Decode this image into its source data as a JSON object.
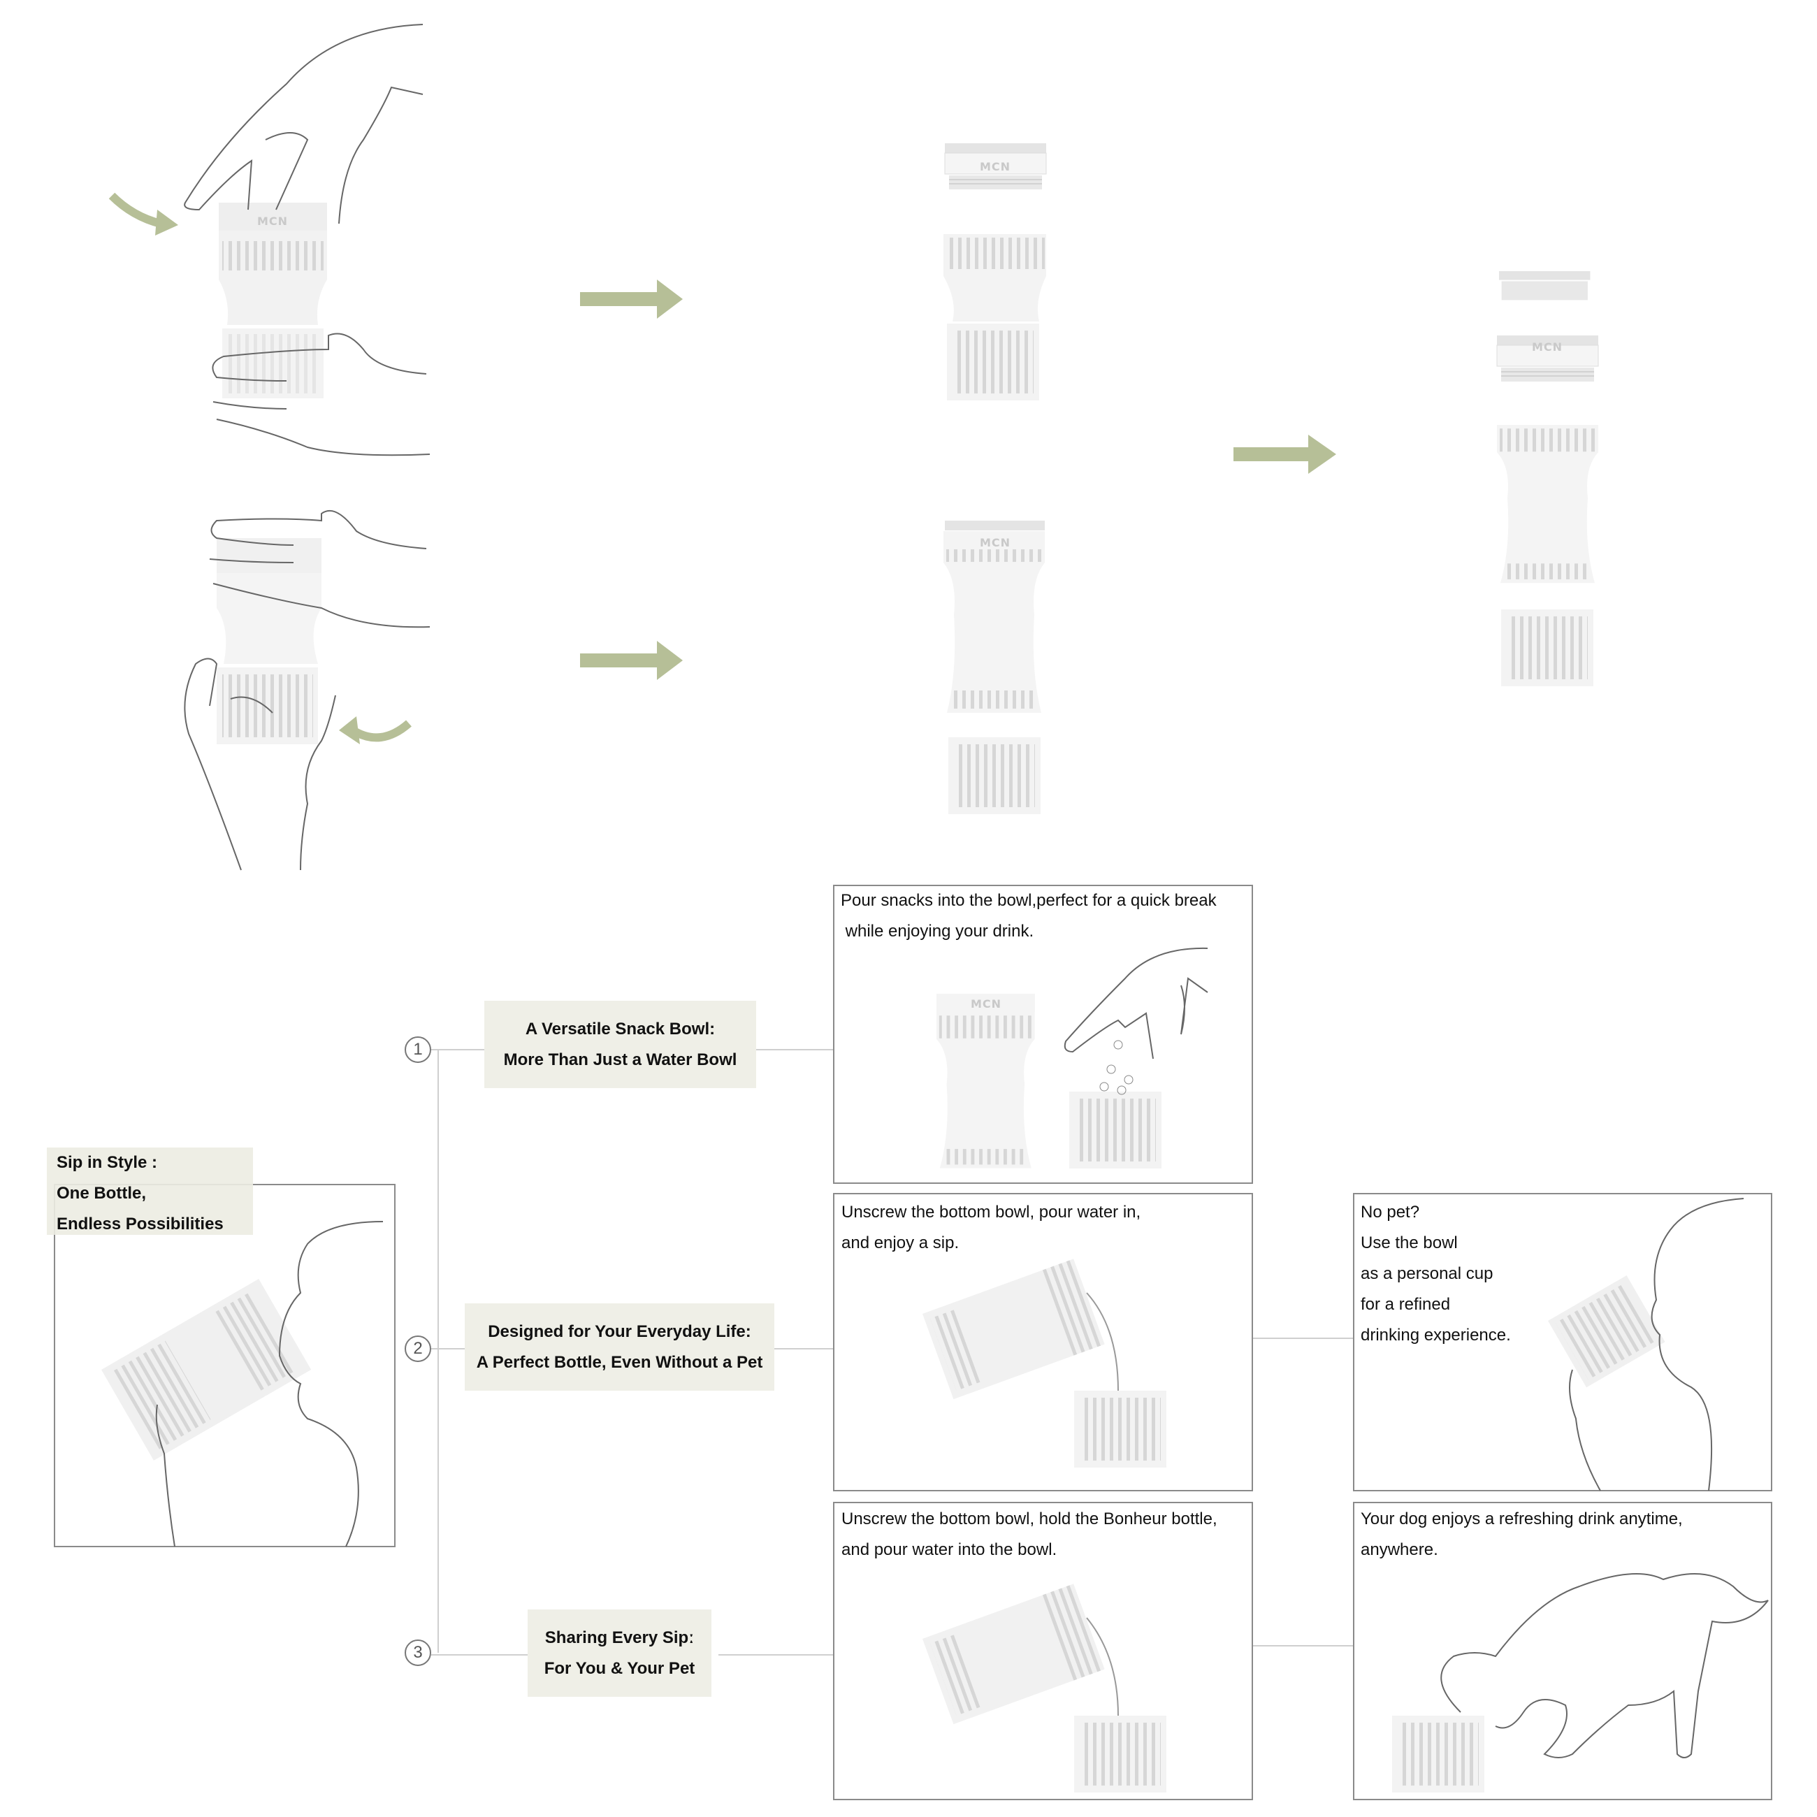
{
  "colors": {
    "arrow": "#b6bf97",
    "label_bg": "#efefe7",
    "bottle": "#f2f2f2",
    "stripe": "#d6d6d6",
    "frame": "#8a8a8a"
  },
  "brand_mark": "MCN",
  "side_label": {
    "line1": "Sip in Style :",
    "line2": "One Bottle,",
    "line3": "Endless Possibilities"
  },
  "steps": [
    {
      "number": "1",
      "title": "A Versatile Snack Bowl:",
      "subtitle": "More Than Just a Water Bowl"
    },
    {
      "number": "2",
      "title": "Designed for Your Everyday Life:",
      "subtitle": "A Perfect Bottle, Even Without a Pet"
    },
    {
      "number": "3",
      "title": "Sharing Every Sipː",
      "subtitle": "For You & Your Pet"
    }
  ],
  "panels": {
    "snack": {
      "line1": "Pour snacks into the bowl,perfect for a quick break",
      "line2": " while enjoying your drink."
    },
    "sip": {
      "line1": "Unscrew the bottom bowl, pour water in,",
      "line2": "and enjoy a sip."
    },
    "cup": {
      "line1": "No pet?",
      "line2": "Use the bowl",
      "line3": "as a personal cup",
      "line4": "for a refined",
      "line5": "drinking experience."
    },
    "pour": {
      "line1": "Unscrew the bottom bowl, hold the Bonheur bottle,",
      "line2": "and pour water into the bowl."
    },
    "dog": {
      "line1": "Your dog enjoys a refreshing drink anytime,",
      "line2": "anywhere."
    }
  }
}
